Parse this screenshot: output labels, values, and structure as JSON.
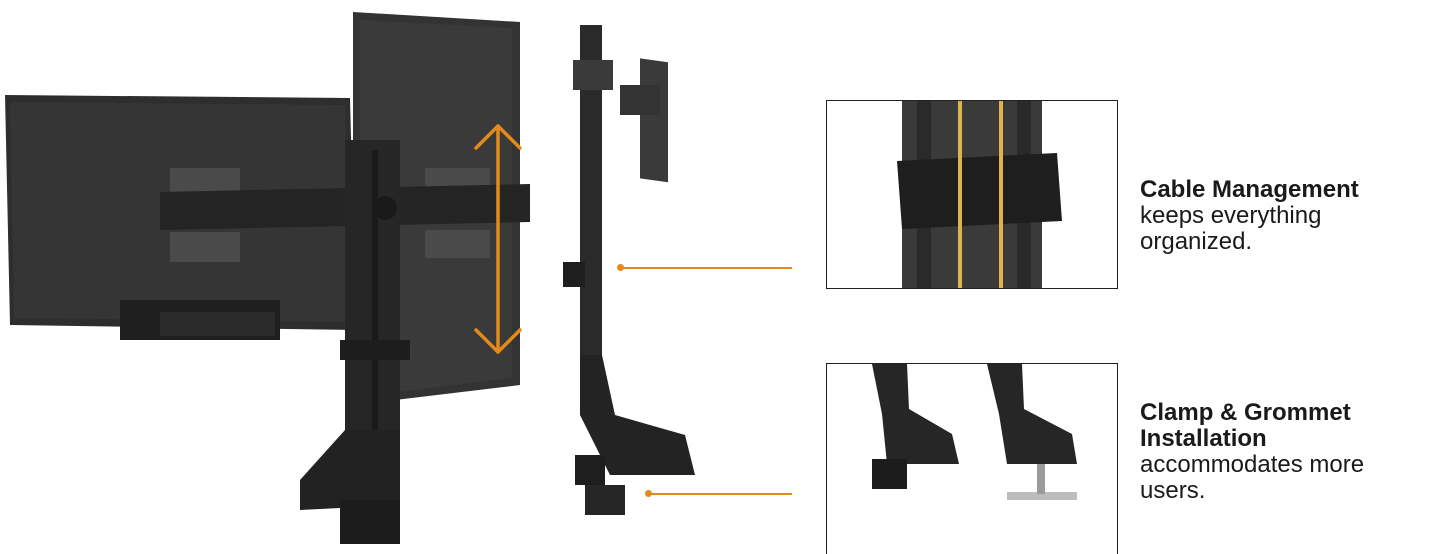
{
  "features": [
    {
      "title": "Cable Management",
      "description_lines": [
        "keeps everything",
        "organized."
      ]
    },
    {
      "title_lines": [
        "Clamp & Grommet",
        "Installation"
      ],
      "description_lines": [
        "accommodates more",
        "users."
      ]
    }
  ],
  "colors": {
    "accent": "#e38a1a",
    "product": "#2b2b2b",
    "text": "#1a1a1a",
    "cable": "#e2b24a"
  },
  "icons": [
    "height-adjust-arrow-icon"
  ]
}
